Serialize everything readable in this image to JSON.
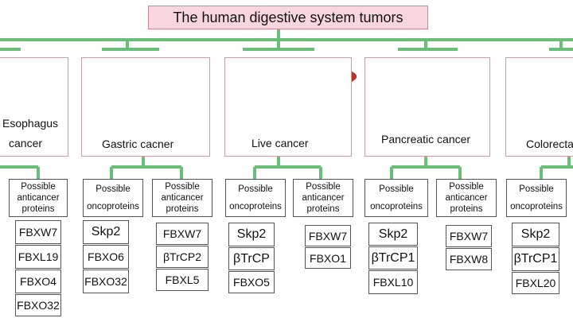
{
  "title": "The human digestive system tumors",
  "colors": {
    "connector": "#6abf78",
    "title_bg": "#f7d7dd",
    "panel_border": "#c7a0a3"
  },
  "cancers": [
    {
      "name": "Esophagus cancer",
      "name_lines": [
        "Esophagus",
        "cancer"
      ],
      "organ_icon": "esophagus-icon",
      "groups": [
        {
          "header": "Possible anticancer proteins",
          "header_lines": [
            "Possible",
            "anticancer",
            "proteins"
          ],
          "proteins": [
            "FBXW7",
            "FBXL19",
            "FBXO4",
            "FBXO32"
          ]
        }
      ]
    },
    {
      "name": "Gastric cacner",
      "organ_icon": "stomach-icon",
      "groups": [
        {
          "header": "Possible oncoproteins",
          "header_lines": [
            "Possible",
            "oncoproteins"
          ],
          "proteins": [
            "Skp2",
            "FBXO6",
            "FBXO32"
          ]
        },
        {
          "header": "Possible anticancer proteins",
          "header_lines": [
            "Possible",
            "anticancer",
            "proteins"
          ],
          "proteins": [
            "FBXW7",
            "βTrCP2",
            "FBXL5"
          ]
        }
      ]
    },
    {
      "name": "Live cancer",
      "organ_icon": "liver-icon",
      "groups": [
        {
          "header": "Possible oncoproteins",
          "header_lines": [
            "Possible",
            "oncoproteins"
          ],
          "proteins": [
            "Skp2",
            "βTrCP",
            "FBXO5"
          ]
        },
        {
          "header": "Possible anticancer proteins",
          "header_lines": [
            "Possible",
            "anticancer",
            "proteins"
          ],
          "proteins": [
            "FBXW7",
            "FBXO1"
          ]
        }
      ]
    },
    {
      "name": "Pancreatic cancer",
      "organ_icon": "pancreas-icon",
      "groups": [
        {
          "header": "Possible oncoproteins",
          "header_lines": [
            "Possible",
            "oncoproteins"
          ],
          "proteins": [
            "Skp2",
            "βTrCP1",
            "FBXL10"
          ]
        },
        {
          "header": "Possible anticancer proteins",
          "header_lines": [
            "Possible",
            "anticancer",
            "proteins"
          ],
          "proteins": [
            "FBXW7",
            "FBXW8"
          ]
        }
      ]
    },
    {
      "name": "Colorecta",
      "organ_icon": "colon-icon",
      "groups": [
        {
          "header": "Possible oncoproteins",
          "header_lines": [
            "Possible",
            "oncoproteins"
          ],
          "proteins": [
            "Skp2",
            "βTrCP1",
            "FBXL20"
          ]
        }
      ]
    }
  ]
}
